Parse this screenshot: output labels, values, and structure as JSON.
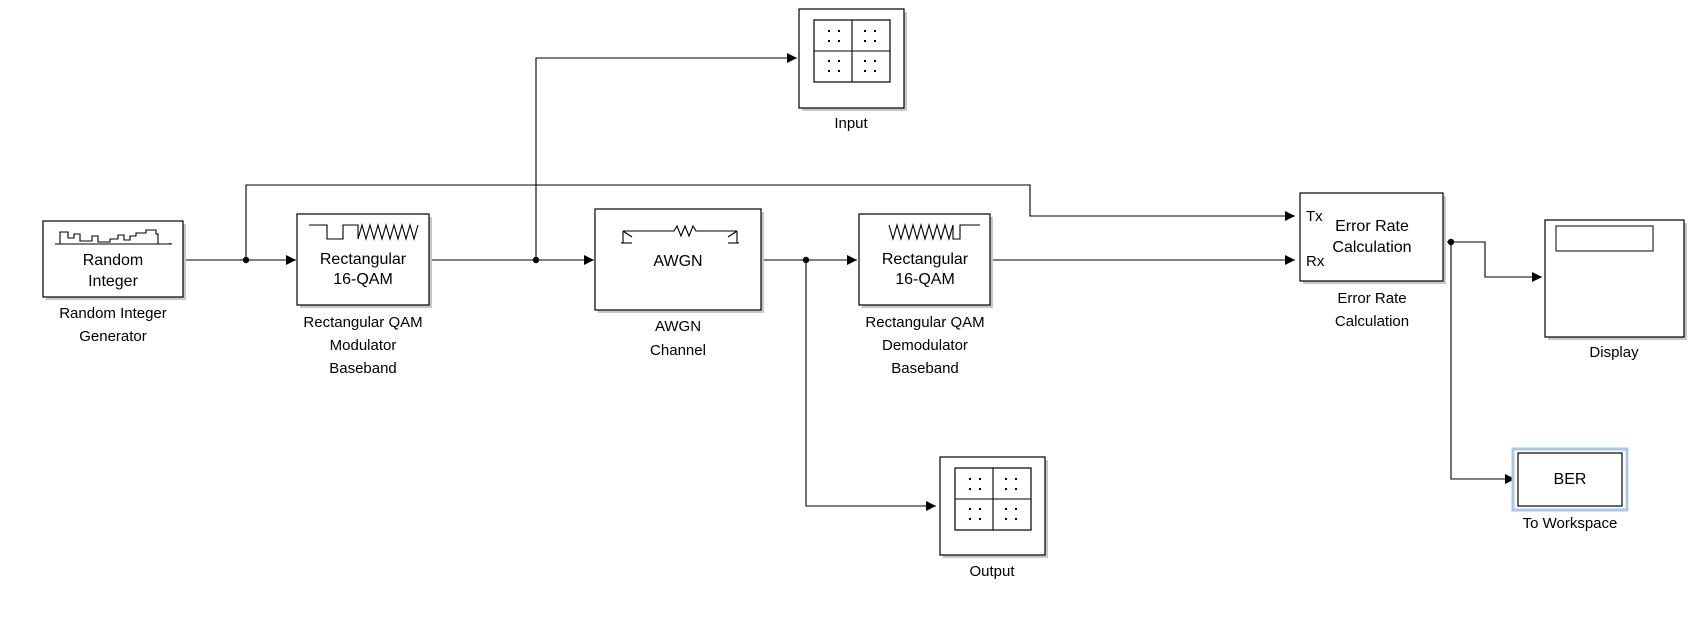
{
  "blocks": {
    "random_integer": {
      "inner": [
        "Random",
        "Integer"
      ],
      "label": [
        "Random Integer",
        "Generator"
      ]
    },
    "qam_mod": {
      "inner": [
        "Rectangular",
        "16-QAM"
      ],
      "label": [
        "Rectangular QAM",
        "Modulator",
        "Baseband"
      ]
    },
    "awgn": {
      "inner": [
        "AWGN"
      ],
      "label": [
        "AWGN",
        "Channel"
      ]
    },
    "qam_demod": {
      "inner": [
        "Rectangular",
        "16-QAM"
      ],
      "label": [
        "Rectangular QAM",
        "Demodulator",
        "Baseband"
      ]
    },
    "input_scope": {
      "label": [
        "Input"
      ]
    },
    "output_scope": {
      "label": [
        "Output"
      ]
    },
    "error_rate": {
      "inner": [
        "Error Rate",
        "Calculation"
      ],
      "ports": [
        "Tx",
        "Rx"
      ],
      "label": [
        "Error Rate",
        "Calculation"
      ]
    },
    "display": {
      "label": [
        "Display"
      ]
    },
    "to_workspace": {
      "inner": [
        "BER"
      ],
      "label": [
        "To Workspace"
      ]
    }
  },
  "colors": {
    "line": "#000000",
    "shadow": "#c8c8c8",
    "selection": "#a9c8ee"
  }
}
